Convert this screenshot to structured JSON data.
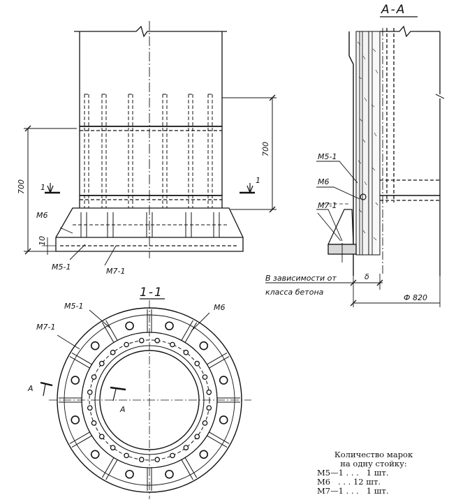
{
  "labels": {
    "section_aa": "А-А",
    "section_11": "1-1",
    "m5": "М5-1",
    "m6": "М6",
    "m7": "М7-1",
    "dim_700": "700",
    "dim_10": "10",
    "dim_delta": "δ",
    "dim_diameter": "Ф 820",
    "cut_mark": "1",
    "cut_a": "А",
    "note_concrete_1": "В зависимости от",
    "note_concrete_2": "класса бетона"
  },
  "notes": {
    "title_line1": "Количество марок",
    "title_line2": "на одну стойку:",
    "rows": [
      "М5—1 . . .   1 шт.",
      "М6   . . . 12 шт.",
      "М7—1 . . .   1 шт."
    ]
  }
}
